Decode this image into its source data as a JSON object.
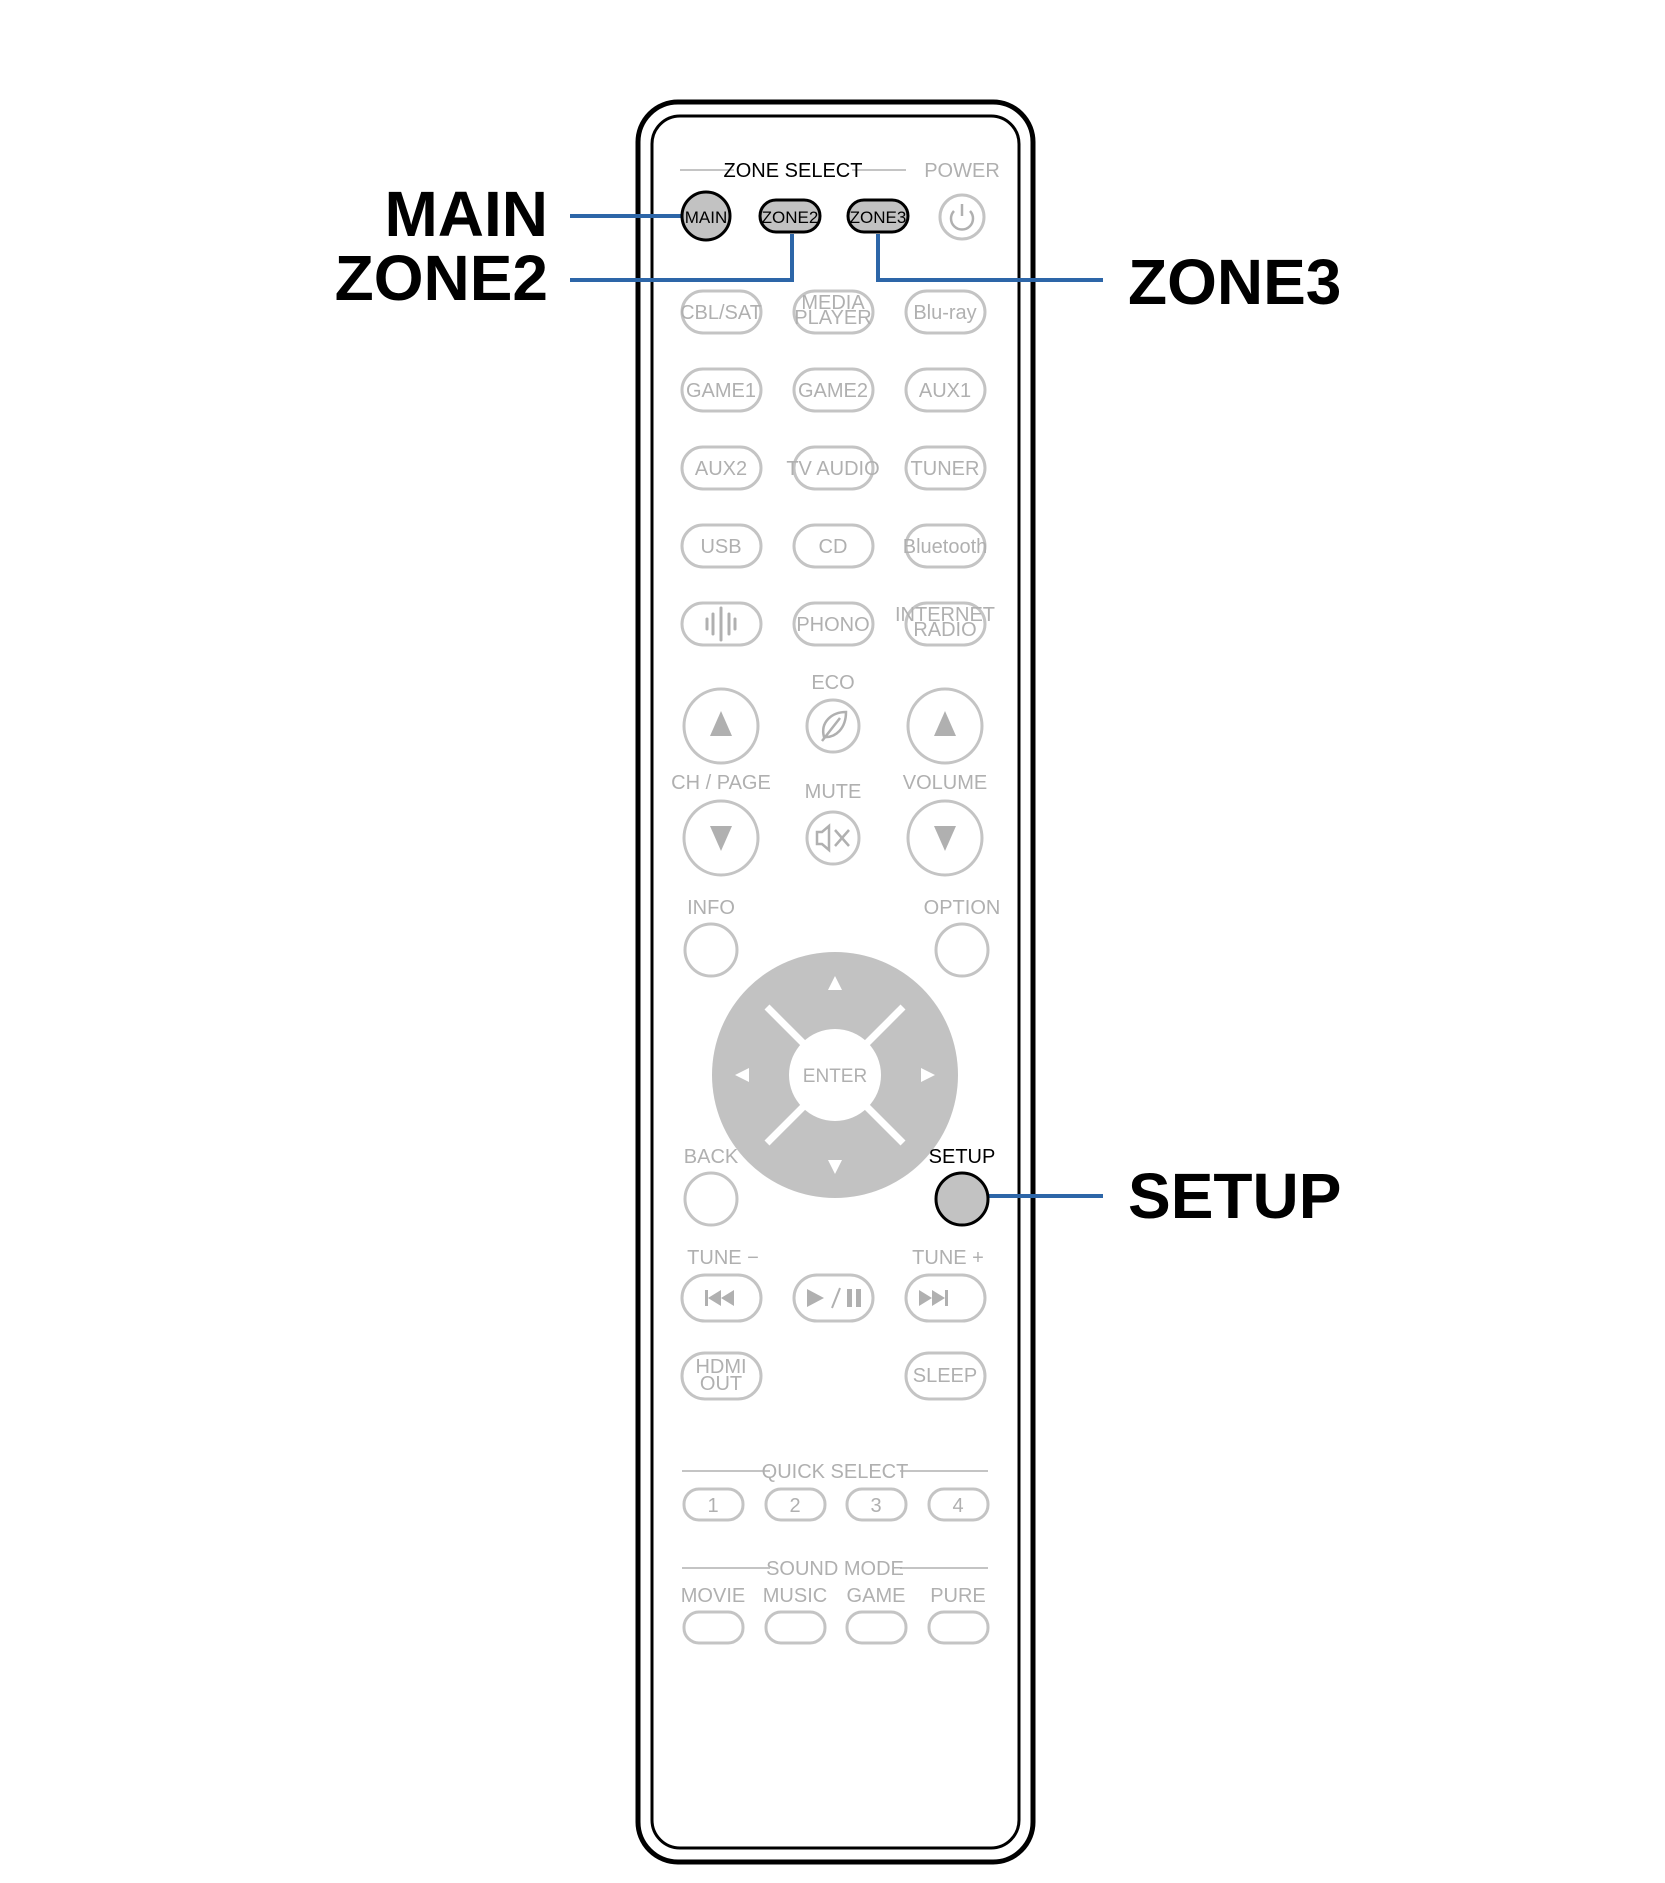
{
  "callouts": {
    "main": "MAIN",
    "zone2": "ZONE2",
    "zone3": "ZONE3",
    "setup": "SETUP"
  },
  "remote": {
    "zone_select_label": "ZONE SELECT",
    "power_label": "POWER",
    "zone_buttons": [
      "MAIN",
      "ZONE2",
      "ZONE3"
    ],
    "source_rows": [
      [
        "CBL/SAT",
        "MEDIA PLAYER",
        "Blu-ray"
      ],
      [
        "GAME1",
        "GAME2",
        "AUX1"
      ],
      [
        "AUX2",
        "TV AUDIO",
        "TUNER"
      ],
      [
        "USB",
        "CD",
        "Bluetooth"
      ],
      [
        "HEOS",
        "PHONO",
        "INTERNET RADIO"
      ]
    ],
    "eco_label": "ECO",
    "ch_page_label": "CH / PAGE",
    "mute_label": "MUTE",
    "volume_label": "VOLUME",
    "info_label": "INFO",
    "option_label": "OPTION",
    "enter_label": "ENTER",
    "back_label": "BACK",
    "setup_label": "SETUP",
    "tune_minus_label": "TUNE −",
    "tune_plus_label": "TUNE +",
    "hdmi_out_label": "HDMI OUT",
    "sleep_label": "SLEEP",
    "quick_select_label": "QUICK SELECT",
    "quick_select_buttons": [
      "1",
      "2",
      "3",
      "4"
    ],
    "sound_mode_label": "SOUND MODE",
    "sound_mode_buttons": [
      "MOVIE",
      "MUSIC",
      "GAME",
      "PURE"
    ]
  },
  "colors": {
    "leader_line": "#2d66a8",
    "highlight_button": "#c2c2c2",
    "inactive_outline": "#c4c4c4"
  },
  "icons": [
    "power-icon",
    "heos-icon",
    "eco-leaf-icon",
    "mute-icon",
    "up-arrow-icon",
    "down-arrow-icon",
    "left-arrow-icon",
    "right-arrow-icon",
    "prev-track-icon",
    "play-pause-icon",
    "next-track-icon"
  ]
}
